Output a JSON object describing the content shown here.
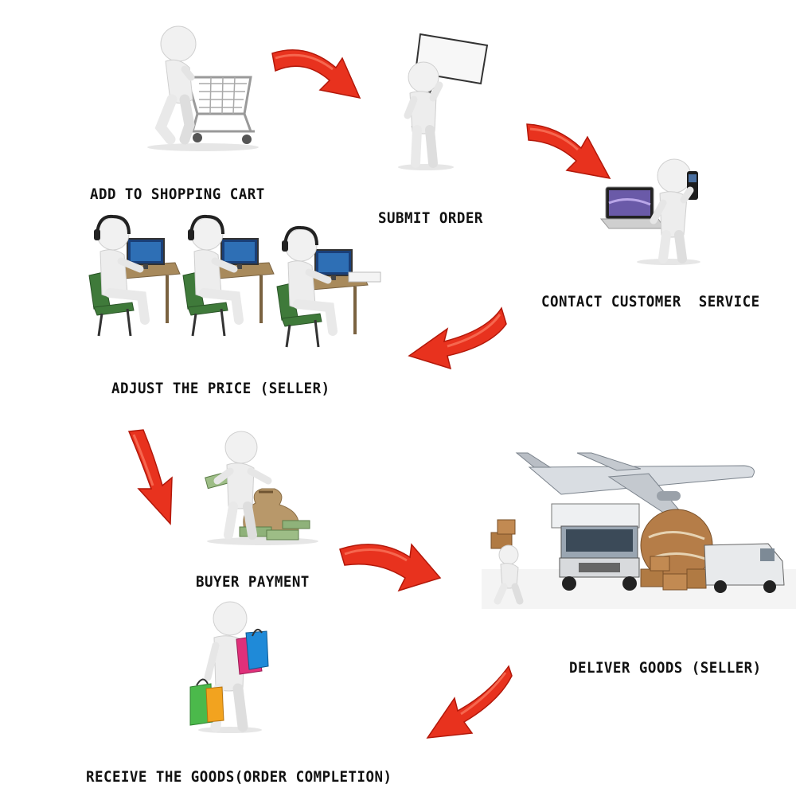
{
  "steps": [
    {
      "id": "add_to_cart",
      "label": "ADD TO SHOPPING CART",
      "icon": "shopping-cart-figure-icon"
    },
    {
      "id": "submit_order",
      "label": "SUBMIT ORDER",
      "icon": "sign-holding-figure-icon"
    },
    {
      "id": "contact_service",
      "label": "CONTACT CUSTOMER  SERVICE",
      "icon": "phone-laptop-figure-icon"
    },
    {
      "id": "adjust_price",
      "label": "ADJUST THE PRICE (SELLER)",
      "icon": "call-center-figures-icon"
    },
    {
      "id": "buyer_payment",
      "label": "BUYER PAYMENT",
      "icon": "money-figure-icon"
    },
    {
      "id": "deliver_goods",
      "label": "DELIVER GOODS (SELLER)",
      "icon": "delivery-vehicles-icon"
    },
    {
      "id": "receive_goods",
      "label": "RECEIVE THE GOODS(ORDER COMPLETION)",
      "icon": "shopping-bags-figure-icon"
    }
  ],
  "colors": {
    "arrow_red": "#e8321e",
    "arrow_dark": "#b3180a",
    "figure_white": "#f1f1f1",
    "figure_shade": "#c9c9c9",
    "chair_green": "#3f7a3a",
    "monitor_blue": "#2e6fb5",
    "box_brown": "#b07a43"
  }
}
